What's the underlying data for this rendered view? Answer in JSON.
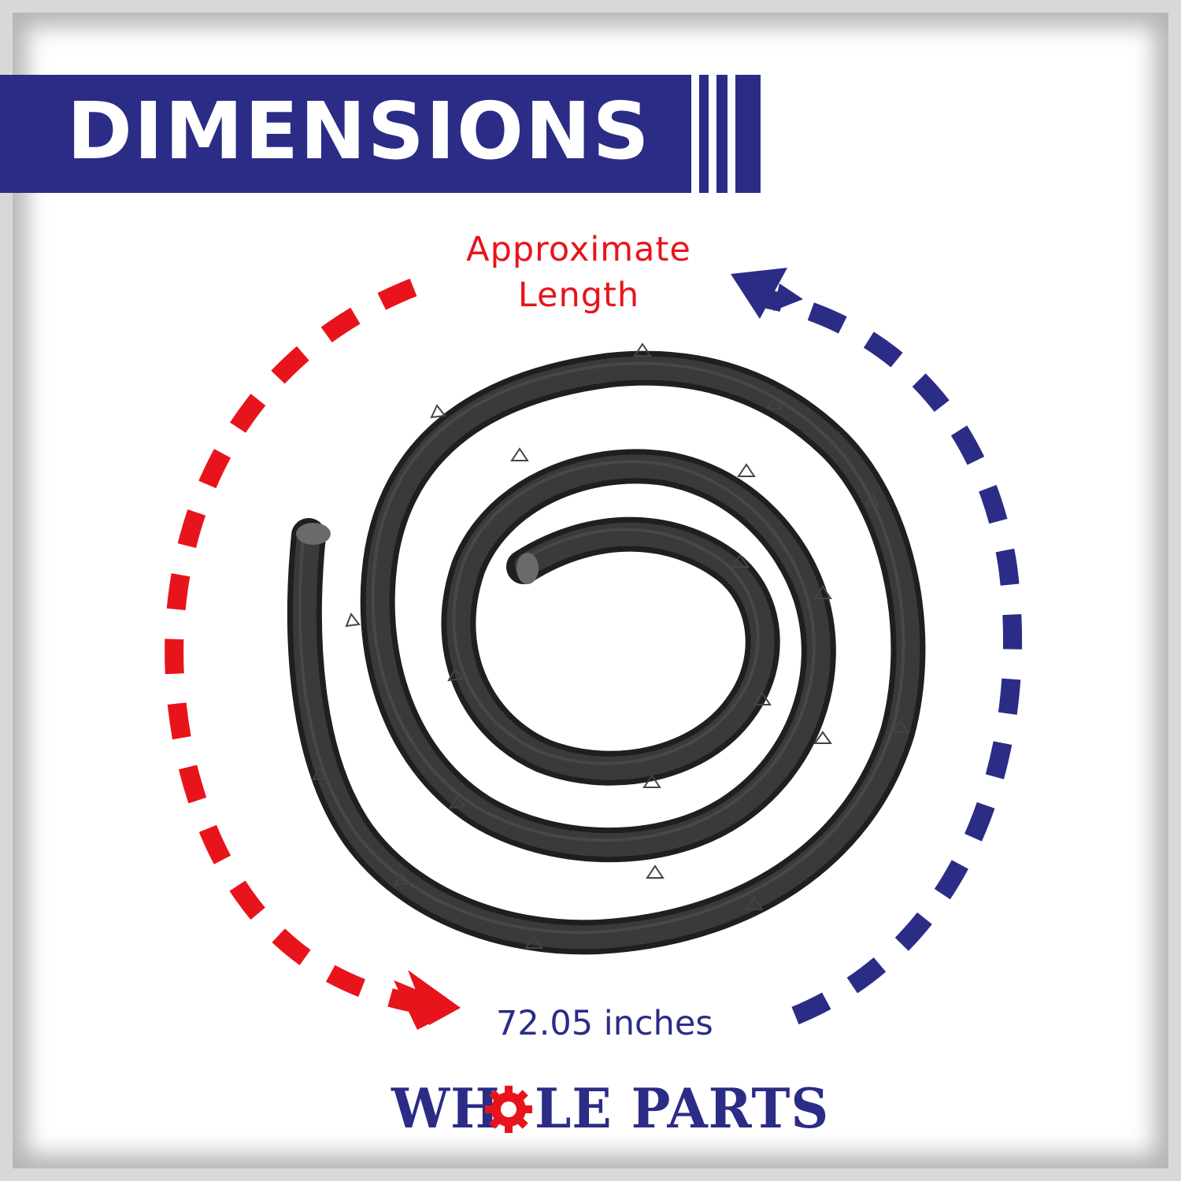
{
  "banner": {
    "title": "DIMENSIONS"
  },
  "annotation": {
    "line1": "Approximate",
    "line2": "Length",
    "measurement": "72.05 inches"
  },
  "logo": {
    "text_before_gear": "WH",
    "text_after_gear": "LE PARTS",
    "full_text": "WHOLE PARTS"
  },
  "colors": {
    "navy": "#2b2c86",
    "red": "#e8141c",
    "gasket": "#262626",
    "background": "#ffffff"
  },
  "icons": {
    "gear": "gear-icon",
    "arrows": [
      "red-dashed-arrow-icon",
      "blue-dashed-arrow-icon"
    ]
  }
}
